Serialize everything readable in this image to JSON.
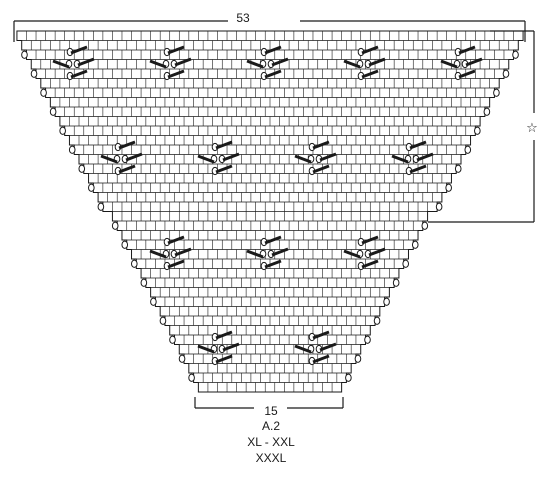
{
  "diagram": {
    "top_stitch_count": "53",
    "bottom_stitch_count": "15",
    "chart_name": "A.2",
    "sizes": [
      "XL - XXL",
      "XXXL"
    ],
    "repeat_symbol": "☆",
    "grid_rows": 38,
    "widest_row_stitches": 53,
    "narrowest_row_stitches": 15,
    "line_color": "#1a1a1a"
  }
}
